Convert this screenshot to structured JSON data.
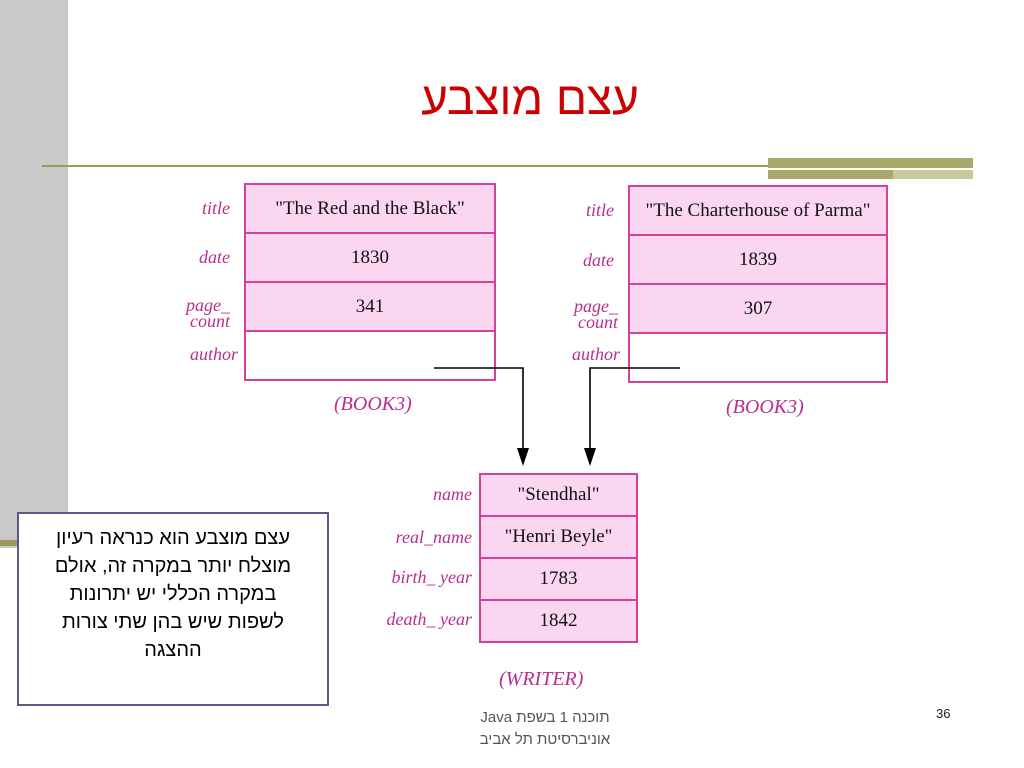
{
  "slide": {
    "title": "עצם מוצבע",
    "page_number": "36"
  },
  "book1": {
    "labels": {
      "title": "title",
      "date": "date",
      "page_count_1": "page_",
      "page_count_2": "count",
      "author": "author"
    },
    "values": {
      "title": "\"The Red and the Black\"",
      "date": "1830",
      "page_count": "341",
      "author": ""
    },
    "caption": "(BOOK3)"
  },
  "book2": {
    "labels": {
      "title": "title",
      "date": "date",
      "page_count_1": "page_",
      "page_count_2": "count",
      "author": "author"
    },
    "values": {
      "title": "\"The Charterhouse of Parma\"",
      "date": "1839",
      "page_count": "307",
      "author": ""
    },
    "caption": "(BOOK3)"
  },
  "writer": {
    "labels": {
      "name": "name",
      "real_name": "real_name",
      "birth_year": "birth_ year",
      "death_year": "death_ year"
    },
    "values": {
      "name": "\"Stendhal\"",
      "real_name": "\"Henri Beyle\"",
      "birth_year": "1783",
      "death_year": "1842"
    },
    "caption": "(WRITER)"
  },
  "note": {
    "lines": [
      "עצם מוצבע הוא כנראה רעיון",
      "מוצלח יותר במקרה זה, אולם",
      "במקרה הכללי  יש יתרונות",
      "לשפות שיש בהן שתי צורות",
      "ההצגה"
    ]
  },
  "footer": {
    "line1": "תוכנה 1 בשפת  Java",
    "line2": "אוניברסיטת תל אביב"
  },
  "colors": {
    "title": "#cc0000",
    "record_border": "#d4409a",
    "record_fill": "#fbd6f1",
    "label": "#b8308e",
    "rule": "#9a9a5a"
  }
}
